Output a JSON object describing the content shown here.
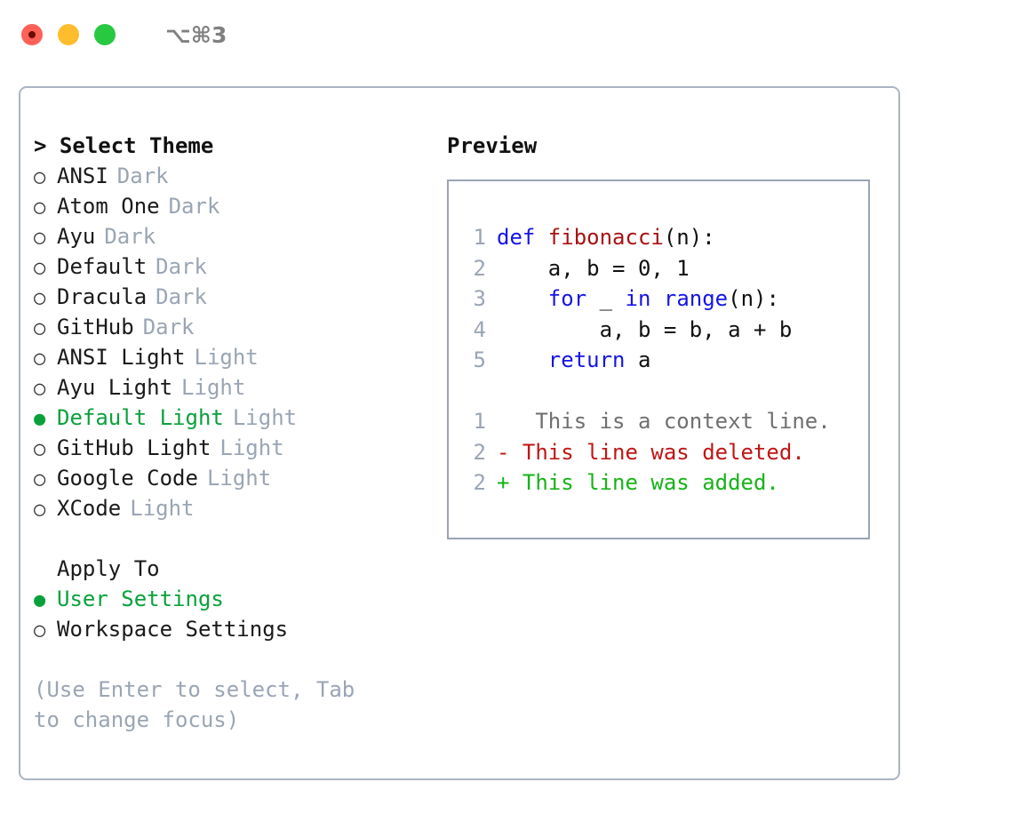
{
  "titlebar": {
    "traffic_lights": [
      {
        "name": "close",
        "color": "#ff6058"
      },
      {
        "name": "minimize",
        "color": "#ffbd2e"
      },
      {
        "name": "maximize",
        "color": "#28c840"
      }
    ],
    "shortcut": "⌥⌘3"
  },
  "theme_picker": {
    "header": "> Select Theme",
    "selected_theme": "Default Light",
    "accent_color": "#0aa13c",
    "options": [
      {
        "marker": "○",
        "label": "ANSI",
        "tag": "Dark",
        "selected": false
      },
      {
        "marker": "○",
        "label": "Atom One",
        "tag": "Dark",
        "selected": false
      },
      {
        "marker": "○",
        "label": "Ayu",
        "tag": "Dark",
        "selected": false
      },
      {
        "marker": "○",
        "label": "Default",
        "tag": "Dark",
        "selected": false
      },
      {
        "marker": "○",
        "label": "Dracula",
        "tag": "Dark",
        "selected": false
      },
      {
        "marker": "○",
        "label": "GitHub",
        "tag": "Dark",
        "selected": false
      },
      {
        "marker": "○",
        "label": "ANSI Light",
        "tag": "Light",
        "selected": false
      },
      {
        "marker": "○",
        "label": "Ayu Light",
        "tag": "Light",
        "selected": false
      },
      {
        "marker": "●",
        "label": "Default Light",
        "tag": "Light",
        "selected": true
      },
      {
        "marker": "○",
        "label": "GitHub Light",
        "tag": "Light",
        "selected": false
      },
      {
        "marker": "○",
        "label": "Google Code",
        "tag": "Light",
        "selected": false
      },
      {
        "marker": "○",
        "label": "XCode",
        "tag": "Light",
        "selected": false
      }
    ]
  },
  "apply_to": {
    "header": "Apply To",
    "selected": "User Settings",
    "options": [
      {
        "marker": "●",
        "label": "User Settings",
        "selected": true
      },
      {
        "marker": "○",
        "label": "Workspace Settings",
        "selected": false
      }
    ]
  },
  "hint": "(Use Enter to select, Tab to change focus)",
  "preview": {
    "title": "Preview",
    "code_lines": [
      {
        "no": "1",
        "tokens": [
          {
            "t": "def ",
            "c": "kw"
          },
          {
            "t": "fibonacci",
            "c": "fn"
          },
          {
            "t": "(n):",
            "c": "pl"
          }
        ]
      },
      {
        "no": "2",
        "tokens": [
          {
            "t": "    a, b = 0, 1",
            "c": "pl"
          }
        ]
      },
      {
        "no": "3",
        "tokens": [
          {
            "t": "    ",
            "c": "pl"
          },
          {
            "t": "for",
            "c": "kw"
          },
          {
            "t": " _ ",
            "c": "pl"
          },
          {
            "t": "in",
            "c": "kw"
          },
          {
            "t": " ",
            "c": "pl"
          },
          {
            "t": "range",
            "c": "kw"
          },
          {
            "t": "(n):",
            "c": "pl"
          }
        ]
      },
      {
        "no": "4",
        "tokens": [
          {
            "t": "        a, b = b, a + b",
            "c": "pl"
          }
        ]
      },
      {
        "no": "5",
        "tokens": [
          {
            "t": "    ",
            "c": "pl"
          },
          {
            "t": "return",
            "c": "kw"
          },
          {
            "t": " a",
            "c": "pl"
          }
        ]
      }
    ],
    "diff_lines": [
      {
        "no": "1",
        "sign": " ",
        "text": "  This is a context line.",
        "kind": "ctx"
      },
      {
        "no": "2",
        "sign": "-",
        "text": " This line was deleted.",
        "kind": "del"
      },
      {
        "no": "2",
        "sign": "+",
        "text": " This line was added.",
        "kind": "add"
      }
    ]
  }
}
